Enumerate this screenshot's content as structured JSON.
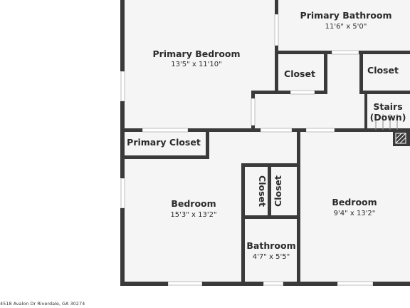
{
  "rooms": {
    "primary_bathroom": {
      "name": "Primary Bathroom",
      "dims": "11'6\" x 5'0\""
    },
    "primary_bedroom": {
      "name": "Primary Bedroom",
      "dims": "13'5\" x 11'10\""
    },
    "closet_center": {
      "name": "Closet"
    },
    "closet_right": {
      "name": "Closet"
    },
    "stairs": {
      "name_line1": "Stairs",
      "name_line2": "(Down)"
    },
    "primary_closet": {
      "name": "Primary Closet"
    },
    "bedroom_left": {
      "name": "Bedroom",
      "dims": "15'3\" x 13'2\""
    },
    "closet_vertical_1": {
      "name": "Closet"
    },
    "closet_vertical_2": {
      "name": "Closet"
    },
    "bedroom_right": {
      "name": "Bedroom",
      "dims": "9'4\" x 13'2\""
    },
    "bathroom": {
      "name": "Bathroom",
      "dims": "4'7\" x 5'5\""
    }
  },
  "footer": {
    "address": "4518 Avalon Dr Riverdale, GA 30274"
  },
  "colors": {
    "wall": "#3a3a3a",
    "floor": "#f5f5f5",
    "window": "#d0d0d0"
  }
}
